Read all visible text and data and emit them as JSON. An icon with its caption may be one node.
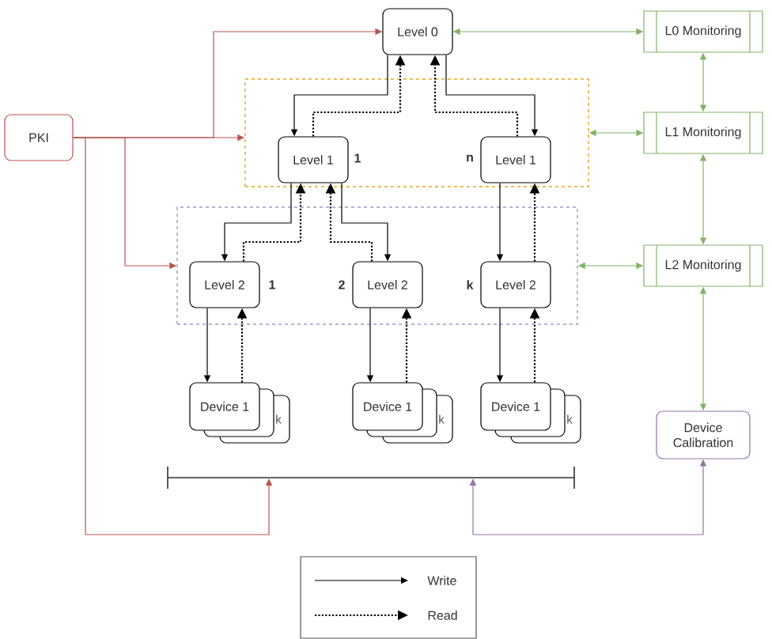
{
  "diagram": {
    "nodes": [
      {
        "text": [
          "Level 0"
        ]
      },
      {
        "text": [
          "L0 Monitoring"
        ]
      },
      {
        "text": [
          "PKI"
        ]
      },
      {
        "text": [],
        "shape": "box"
      },
      {
        "text": [
          "Level 1"
        ],
        "in": 3,
        "beside": [
          "1"
        ]
      },
      {
        "text": [
          "Level 1"
        ],
        "in": 3,
        "beside": [
          "n"
        ]
      },
      {
        "text": [
          "L1 Monitoring"
        ]
      },
      {
        "text": [],
        "shape": "box"
      },
      {
        "text": [
          "Level 2"
        ],
        "in": 7,
        "beside": [
          "1"
        ]
      },
      {
        "text": [
          "Level 2"
        ],
        "in": 7,
        "beside": [
          "2"
        ]
      },
      {
        "text": [
          "Level 2"
        ],
        "in": 7,
        "beside": [
          "k"
        ]
      },
      {
        "text": [
          "L2 Monitoring"
        ]
      },
      {
        "text": [
          "Device 1",
          "k"
        ]
      },
      {
        "text": [
          "Device 1",
          "k"
        ]
      },
      {
        "text": [
          "Device 1",
          "k"
        ]
      },
      {
        "text": [
          "Device Calibration"
        ]
      },
      {
        "text": [],
        "shape": "bar"
      }
    ],
    "edges": [
      {
        "from": 2,
        "to": 0,
        "arrow": "to",
        "color": "#b85450"
      },
      {
        "from": 2,
        "to": 3,
        "arrow": "to",
        "color": "#b85450"
      },
      {
        "from": 2,
        "to": 7,
        "arrow": "to",
        "color": "#b85450"
      },
      {
        "from": 2,
        "to": 16,
        "arrow": "to",
        "color": "#b85450"
      },
      {
        "from": 0,
        "to": 1,
        "arrow": "both",
        "color": "#82b366"
      },
      {
        "from": 1,
        "to": 6,
        "arrow": "both",
        "color": "#82b366"
      },
      {
        "from": 3,
        "to": 6,
        "arrow": "both",
        "color": "#82b366"
      },
      {
        "from": 6,
        "to": 11,
        "arrow": "both",
        "color": "#82b366"
      },
      {
        "from": 7,
        "to": 11,
        "arrow": "both",
        "color": "#82b366"
      },
      {
        "from": 11,
        "to": 15,
        "arrow": "both",
        "color": "#82b366"
      },
      {
        "from": 15,
        "to": 16,
        "arrow": "both",
        "color": "#9673a6"
      },
      {
        "from": 0,
        "to": 4,
        "arrow": "to"
      },
      {
        "from": 4,
        "to": 0,
        "arrow": "to",
        "style": "dashed"
      },
      {
        "from": 0,
        "to": 5,
        "arrow": "to"
      },
      {
        "from": 5,
        "to": 0,
        "arrow": "to",
        "style": "dashed"
      },
      {
        "from": 4,
        "to": 8,
        "arrow": "to"
      },
      {
        "from": 8,
        "to": 4,
        "arrow": "to",
        "style": "dashed"
      },
      {
        "from": 4,
        "to": 9,
        "arrow": "to"
      },
      {
        "from": 9,
        "to": 4,
        "arrow": "to",
        "style": "dashed"
      },
      {
        "from": 5,
        "to": 10,
        "arrow": "to"
      },
      {
        "from": 10,
        "to": 5,
        "arrow": "to",
        "style": "dashed"
      },
      {
        "from": 8,
        "to": 12,
        "arrow": "to"
      },
      {
        "from": 12,
        "to": 8,
        "arrow": "to",
        "style": "dashed"
      },
      {
        "from": 9,
        "to": 13,
        "arrow": "to"
      },
      {
        "from": 13,
        "to": 9,
        "arrow": "to",
        "style": "dashed"
      },
      {
        "from": 10,
        "to": 14,
        "arrow": "to"
      },
      {
        "from": 14,
        "to": 10,
        "arrow": "to",
        "style": "dashed"
      }
    ],
    "legend": [
      {
        "text": "Write"
      },
      {
        "text": "Read"
      }
    ]
  }
}
